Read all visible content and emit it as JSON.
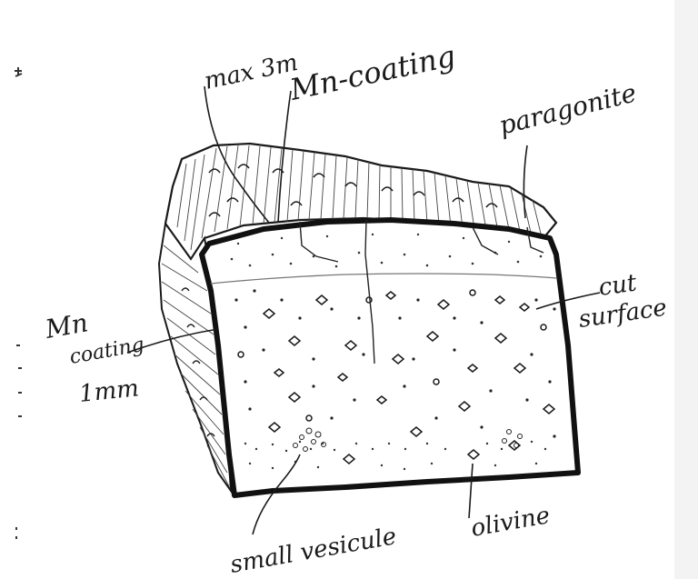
{
  "labels": {
    "max_thickness": "max 3m",
    "mn_coating_top": "Mn-coating",
    "paragonite": "paragonite",
    "cut_surface_line1": "cut",
    "cut_surface_line2": "surface",
    "mn_coating_side_line1": "Mn",
    "mn_coating_side_line2": "coating",
    "thickness_side": "1mm",
    "small_vesicule": "small vesicule",
    "olivine": "olivine"
  },
  "colors": {
    "ink": "#1a1a1a",
    "paper": "#ffffff"
  }
}
